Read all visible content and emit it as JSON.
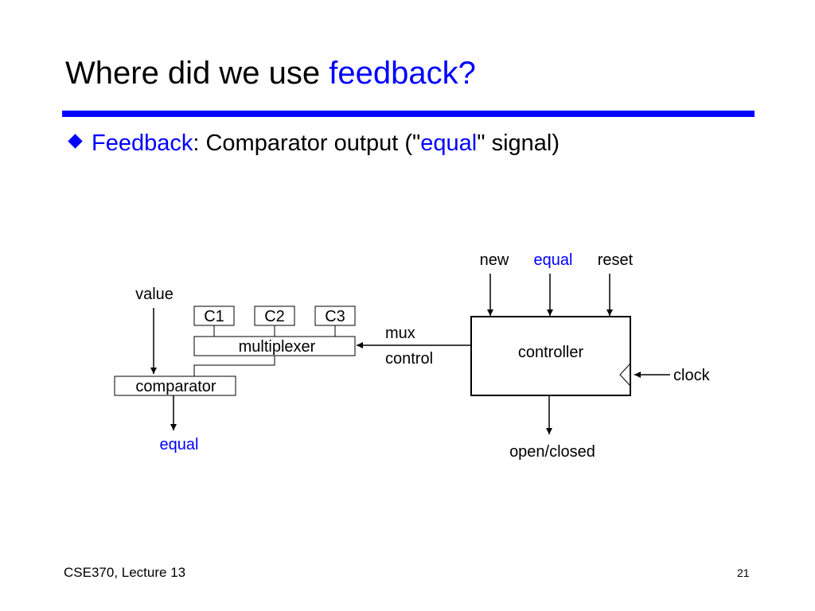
{
  "slide": {
    "title_prefix": "Where did we use ",
    "title_highlight": "feedback?",
    "bullet": {
      "keyword": "Feedback",
      "text_before": ": Comparator output (\"",
      "highlight": "equal",
      "text_after": "\" signal)"
    }
  },
  "diagram": {
    "value_label": "value",
    "c1_label": "C1",
    "c2_label": "C2",
    "c3_label": "C3",
    "mux_label": "multiplexer",
    "comparator_label": "comparator",
    "equal_out_label": "equal",
    "mux_control_line1": "mux",
    "mux_control_line2": "control",
    "controller_label": "controller",
    "input_new": "new",
    "input_equal": "equal",
    "input_reset": "reset",
    "clock_label": "clock",
    "output_label": "open/closed"
  },
  "footer": {
    "course": "CSE370, Lecture 13",
    "page_number": "21"
  },
  "colors": {
    "accent": "#0000ff",
    "text": "#000000",
    "background": "#ffffff"
  }
}
